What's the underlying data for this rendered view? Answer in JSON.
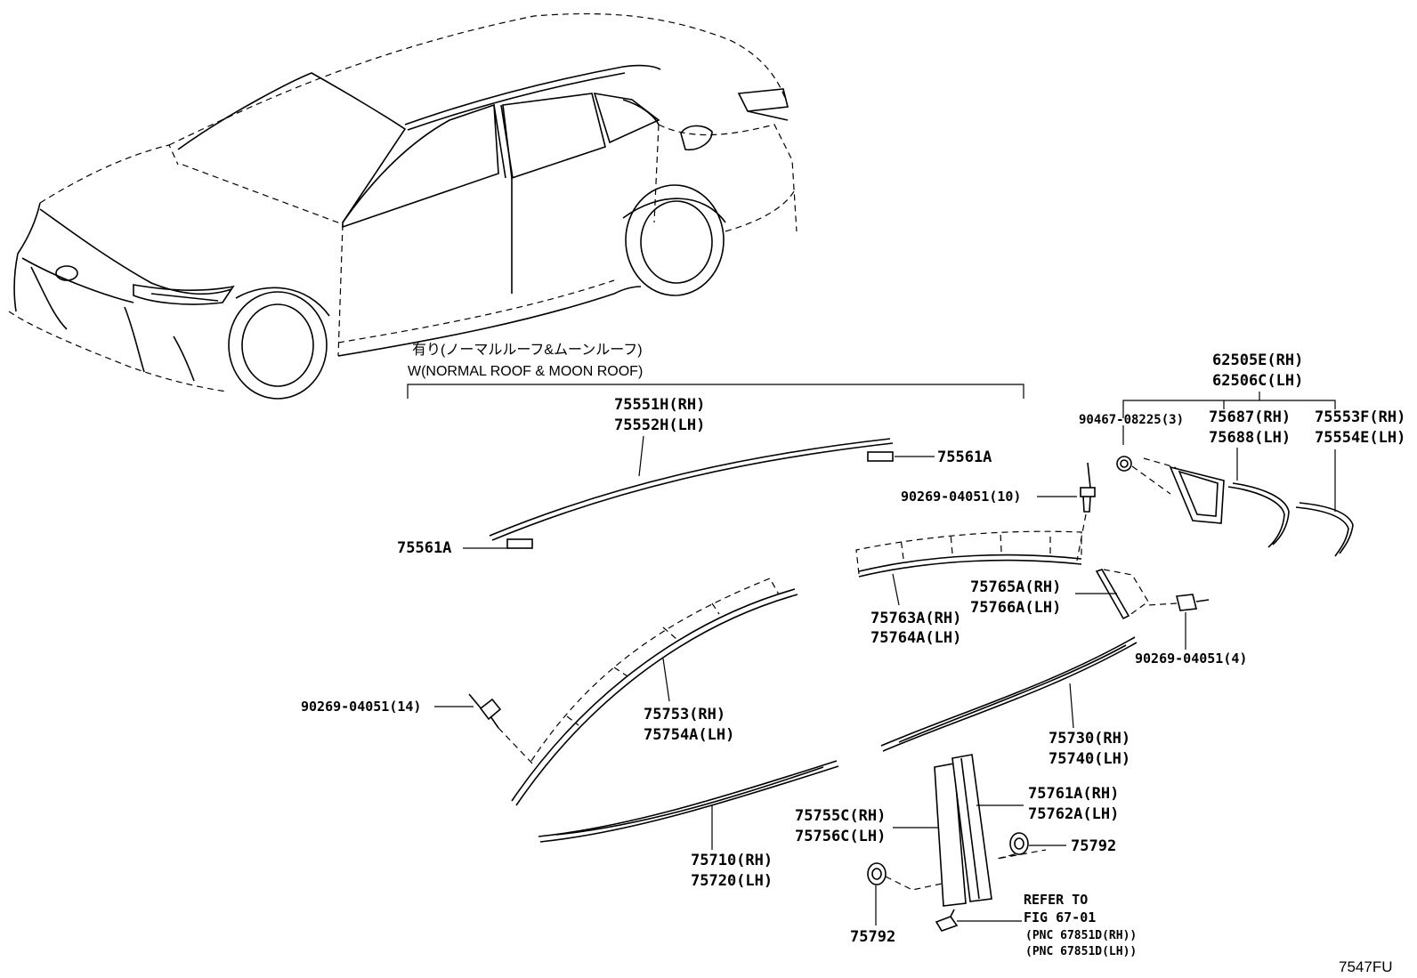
{
  "diagram": {
    "group": {
      "line_jp": "有り(ノーマルルーフ&ムーンルーフ)",
      "line_en": "W(NORMAL ROOF & MOON ROOF)"
    },
    "parts": {
      "roof_molding_rh": "75551H(RH)",
      "roof_molding_lh": "75552H(LH)",
      "clip_75561a_top": "75561A",
      "clip_75561a_bottom": "75561A",
      "clip_90269_10": "90269-04051(10)",
      "clip_90269_14": "90269-04051(14)",
      "clip_90269_4": "90269-04051(4)",
      "upper_rear_rh": "75763A(RH)",
      "upper_rear_lh": "75764A(LH)",
      "corner_rh": "75765A(RH)",
      "corner_lh": "75766A(LH)",
      "front_upper_rh": "75753(RH)",
      "front_upper_lh": "75754A(LH)",
      "belt_rear_rh": "75730(RH)",
      "belt_rear_lh": "75740(LH)",
      "belt_front_rh": "75710(RH)",
      "belt_front_lh": "75720(LH)",
      "pillar_front_rh": "75755C(RH)",
      "pillar_front_lh": "75756C(LH)",
      "pillar_rear_rh": "75761A(RH)",
      "pillar_rear_lh": "75762A(LH)",
      "clip_75792_right": "75792",
      "clip_75792_bottom": "75792",
      "quarter_glass_rh": "62505E(RH)",
      "quarter_glass_lh": "62506C(LH)",
      "screw_90467": "90467-08225(3)",
      "quarter_mold_rh": "75687(RH)",
      "quarter_mold_lh": "75688(LH)",
      "quarter_outer_rh": "75553F(RH)",
      "quarter_outer_lh": "75554E(LH)"
    },
    "refer": {
      "line1": "REFER TO",
      "line2": "FIG 67-01",
      "line3": "(PNC 67851D(RH))",
      "line4": "(PNC 67851D(LH))"
    },
    "figure_id": "7547FU"
  }
}
